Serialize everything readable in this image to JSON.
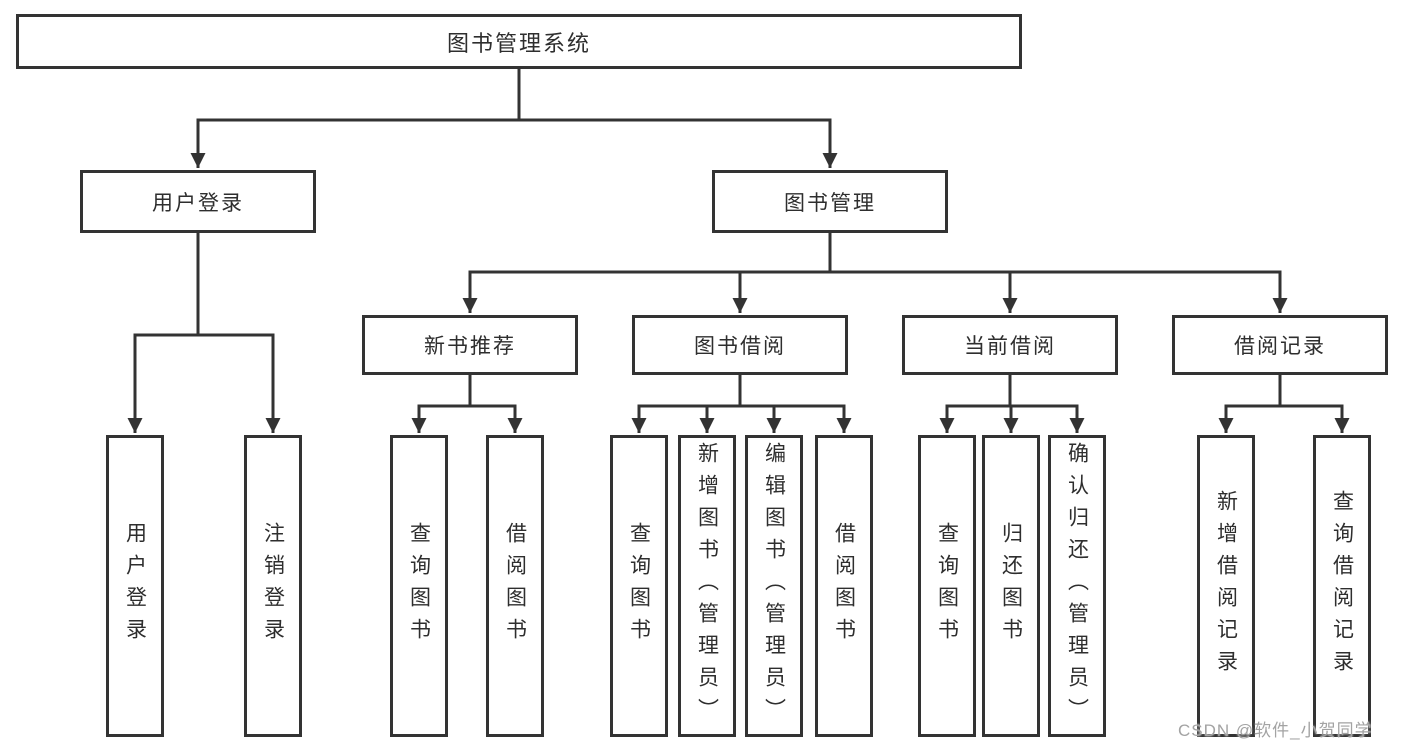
{
  "diagram": {
    "title": "图书管理系统",
    "login": {
      "label": "用户登录",
      "children": [
        "用户登录",
        "注销登录"
      ]
    },
    "mgmt": {
      "label": "图书管理",
      "groups": [
        {
          "label": "新书推荐",
          "children": [
            "查询图书",
            "借阅图书"
          ]
        },
        {
          "label": "图书借阅",
          "children": [
            "查询图书",
            "新增图书（管理员）",
            "编辑图书（管理员）",
            "借阅图书"
          ]
        },
        {
          "label": "当前借阅",
          "children": [
            "查询图书",
            "归还图书",
            "确认归还（管理员）"
          ]
        },
        {
          "label": "借阅记录",
          "children": [
            "新增借阅记录",
            "查询借阅记录"
          ]
        }
      ]
    }
  },
  "watermark": "CSDN @软件_小贺同学",
  "colors": {
    "line": "#333333",
    "box_background": "#ffffff",
    "text": "#2e2e2e",
    "watermark": "#a3a3a3"
  }
}
